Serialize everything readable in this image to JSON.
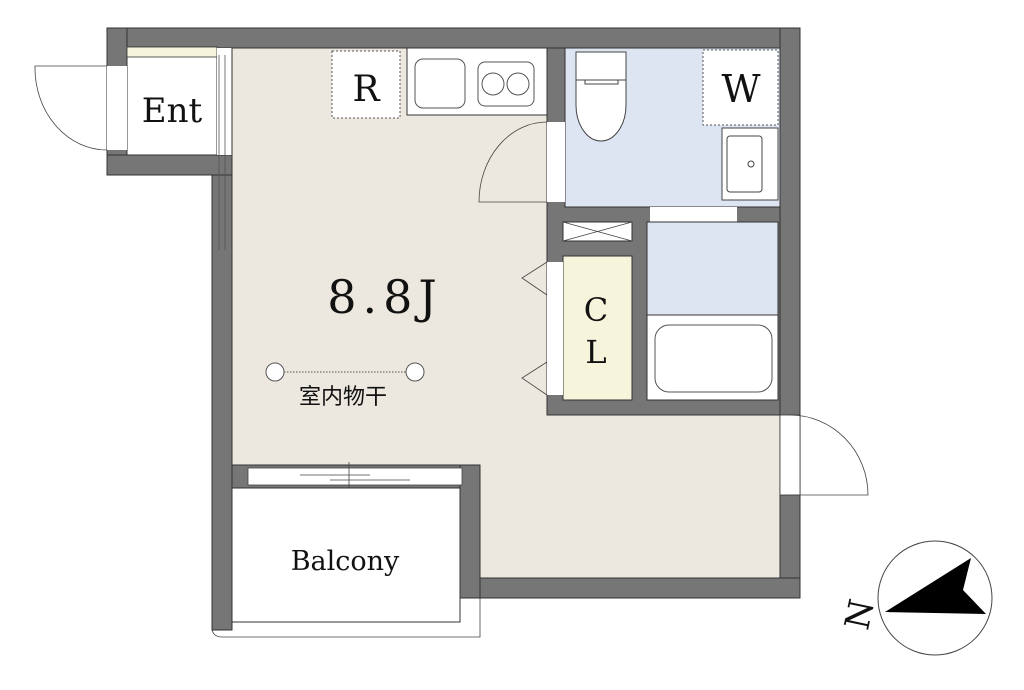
{
  "labels": {
    "entrance": "Ent",
    "refrigerator": "R",
    "washer": "W",
    "room_size": "8.8J",
    "closet_top": "C",
    "closet_bottom": "L",
    "indoor_drying": "室内物干",
    "balcony": "Balcony",
    "north": "N"
  },
  "colors": {
    "wall": "#767676",
    "floor": "#ece8df",
    "wet_area": "#dde5f2",
    "closet": "#f7f4dc"
  }
}
